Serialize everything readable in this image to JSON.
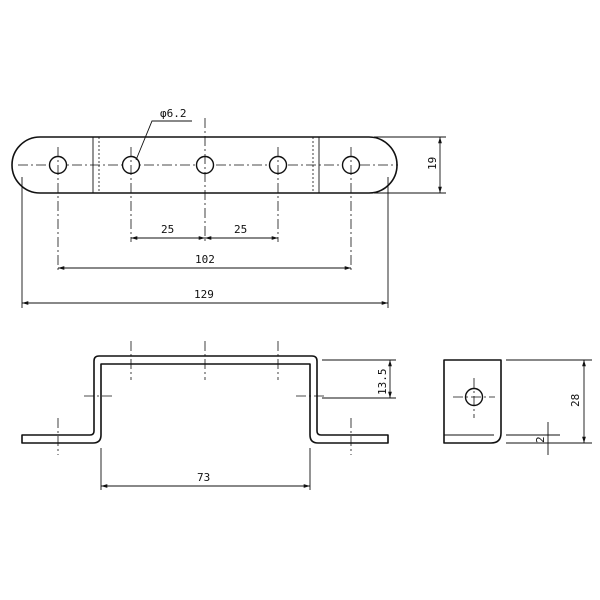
{
  "drawing": {
    "hole_diameter_label": "φ6.2",
    "dims": {
      "pitch_1": "25",
      "pitch_2": "25",
      "hole_span": "102",
      "overall_length": "129",
      "width": "19",
      "inner_span": "73",
      "height_step": "13.5",
      "side_height": "28",
      "thickness": "2"
    }
  }
}
